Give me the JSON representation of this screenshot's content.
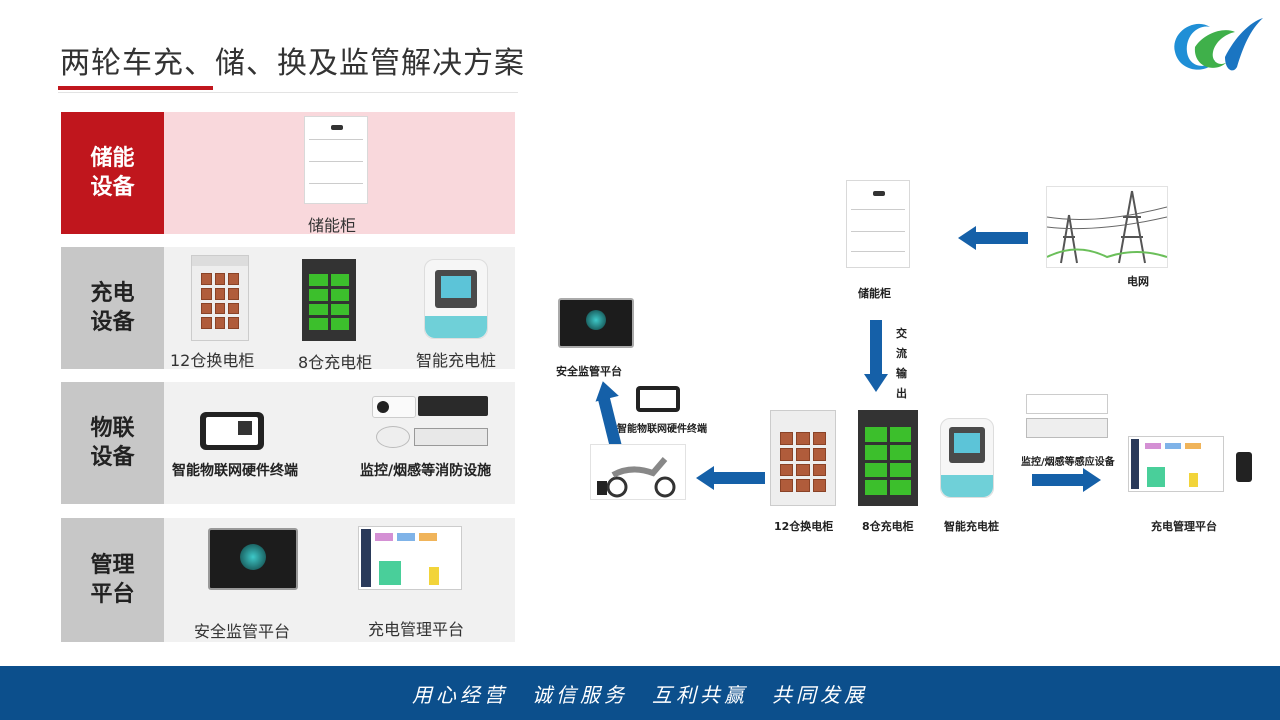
{
  "title": "两轮车充、储、换及监管解决方案",
  "categories": {
    "storage": "储能\n设备",
    "charging": "充电\n设备",
    "iot": "物联\n设备",
    "platform": "管理\n平台"
  },
  "items": {
    "storage_cabinet": "储能柜",
    "swap_cabinet_12": "12仓换电柜",
    "charge_cabinet_8": "8仓充电柜",
    "smart_pile": "智能充电桩",
    "iot_terminal": "智能物联网硬件终端",
    "fire_facility": "监控/烟感等消防设施",
    "safety_platform": "安全监管平台",
    "charge_platform": "充电管理平台"
  },
  "diagram": {
    "grid": "电网",
    "storage_cabinet": "储能柜",
    "ac_output": "交流输出",
    "safety_platform": "安全监管平台",
    "iot_terminal": "智能物联网硬件终端",
    "swap_cabinet_12": "12仓换电柜",
    "charge_cabinet_8": "8仓充电柜",
    "smart_pile": "智能充电桩",
    "sensor_devices": "监控/烟感等感应设备",
    "charge_platform": "充电管理平台"
  },
  "footer": {
    "slogan": "用心经营　诚信服务　互利共赢　共同发展"
  },
  "colors": {
    "accent_red": "#c0161d",
    "footer_blue": "#0c4f8c",
    "arrow_blue": "#1560a8",
    "storage_bg": "#f9d8dc"
  }
}
